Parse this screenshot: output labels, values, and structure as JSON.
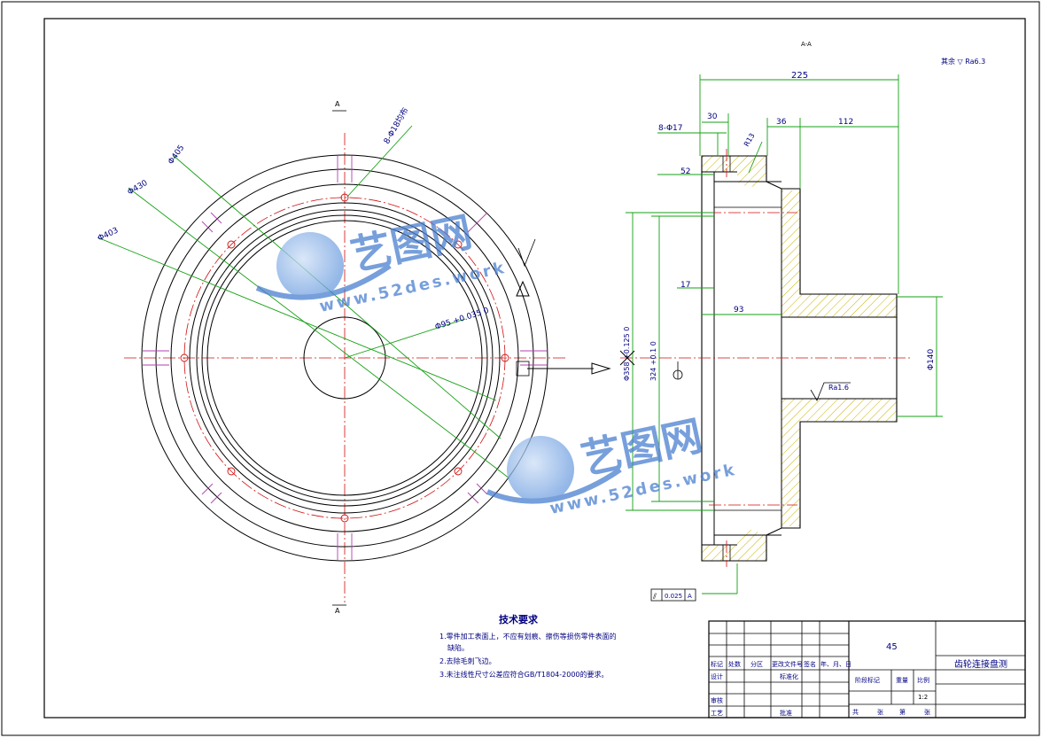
{
  "section_label": "A-A",
  "cut_label_top": "A",
  "cut_label_bottom": "A",
  "surface_finish_note": "其余 ▽ Ra6.3",
  "front_view": {
    "dims": {
      "d405": "Φ405",
      "d430": "Φ430",
      "d403": "Φ403",
      "holes": "8-Φ18均布",
      "bore": "Φ95 +0.035 0"
    }
  },
  "section_view": {
    "dims": {
      "total_len": "225",
      "w30": "30",
      "w36": "36",
      "w112": "112",
      "holes": "8-Φ17",
      "c52": "52",
      "r13": "R13",
      "w17": "17",
      "w93": "93",
      "d358": "Φ358 +0.125 0",
      "d324": "324 +0.1 0",
      "d140": "Φ140",
      "ra": "Ra1.6"
    },
    "tolerance": {
      "symbol": "⫽",
      "value": "0.025",
      "datum": "A"
    }
  },
  "tech_requirements": {
    "title": "技术要求",
    "lines": [
      "1.零件加工表面上，不应有划痕、擦伤等损伤零件表面的",
      "缺陷。",
      "2.去除毛刺飞边。",
      "3.未注线性尺寸公差应符合GB/T1804-2000的要求。"
    ]
  },
  "title_block": {
    "material": "45",
    "part_name": "齿轮连接盘测",
    "scale": "1:2",
    "headers": [
      "标记",
      "处数",
      "分区",
      "更改文件号",
      "签名",
      "年、月、日"
    ],
    "design": "设计",
    "standardization": "标准化",
    "review": "审核",
    "process": "工艺",
    "approve": "批准",
    "stage_mark": "阶段标记",
    "weight": "重量",
    "ratio": "比例",
    "sheets_total": "共",
    "sheet": "张",
    "sheet_no": "第",
    "sheet_unit": "张"
  },
  "watermark": {
    "brand": "艺图网",
    "url": "www.52des.work"
  },
  "colors": {
    "dimension": "#14a014",
    "text": "#000080",
    "centerline": "#d01010",
    "hidden": "#b040b0",
    "hatch": "#c8b400",
    "watermark": "#4a7fcf"
  }
}
